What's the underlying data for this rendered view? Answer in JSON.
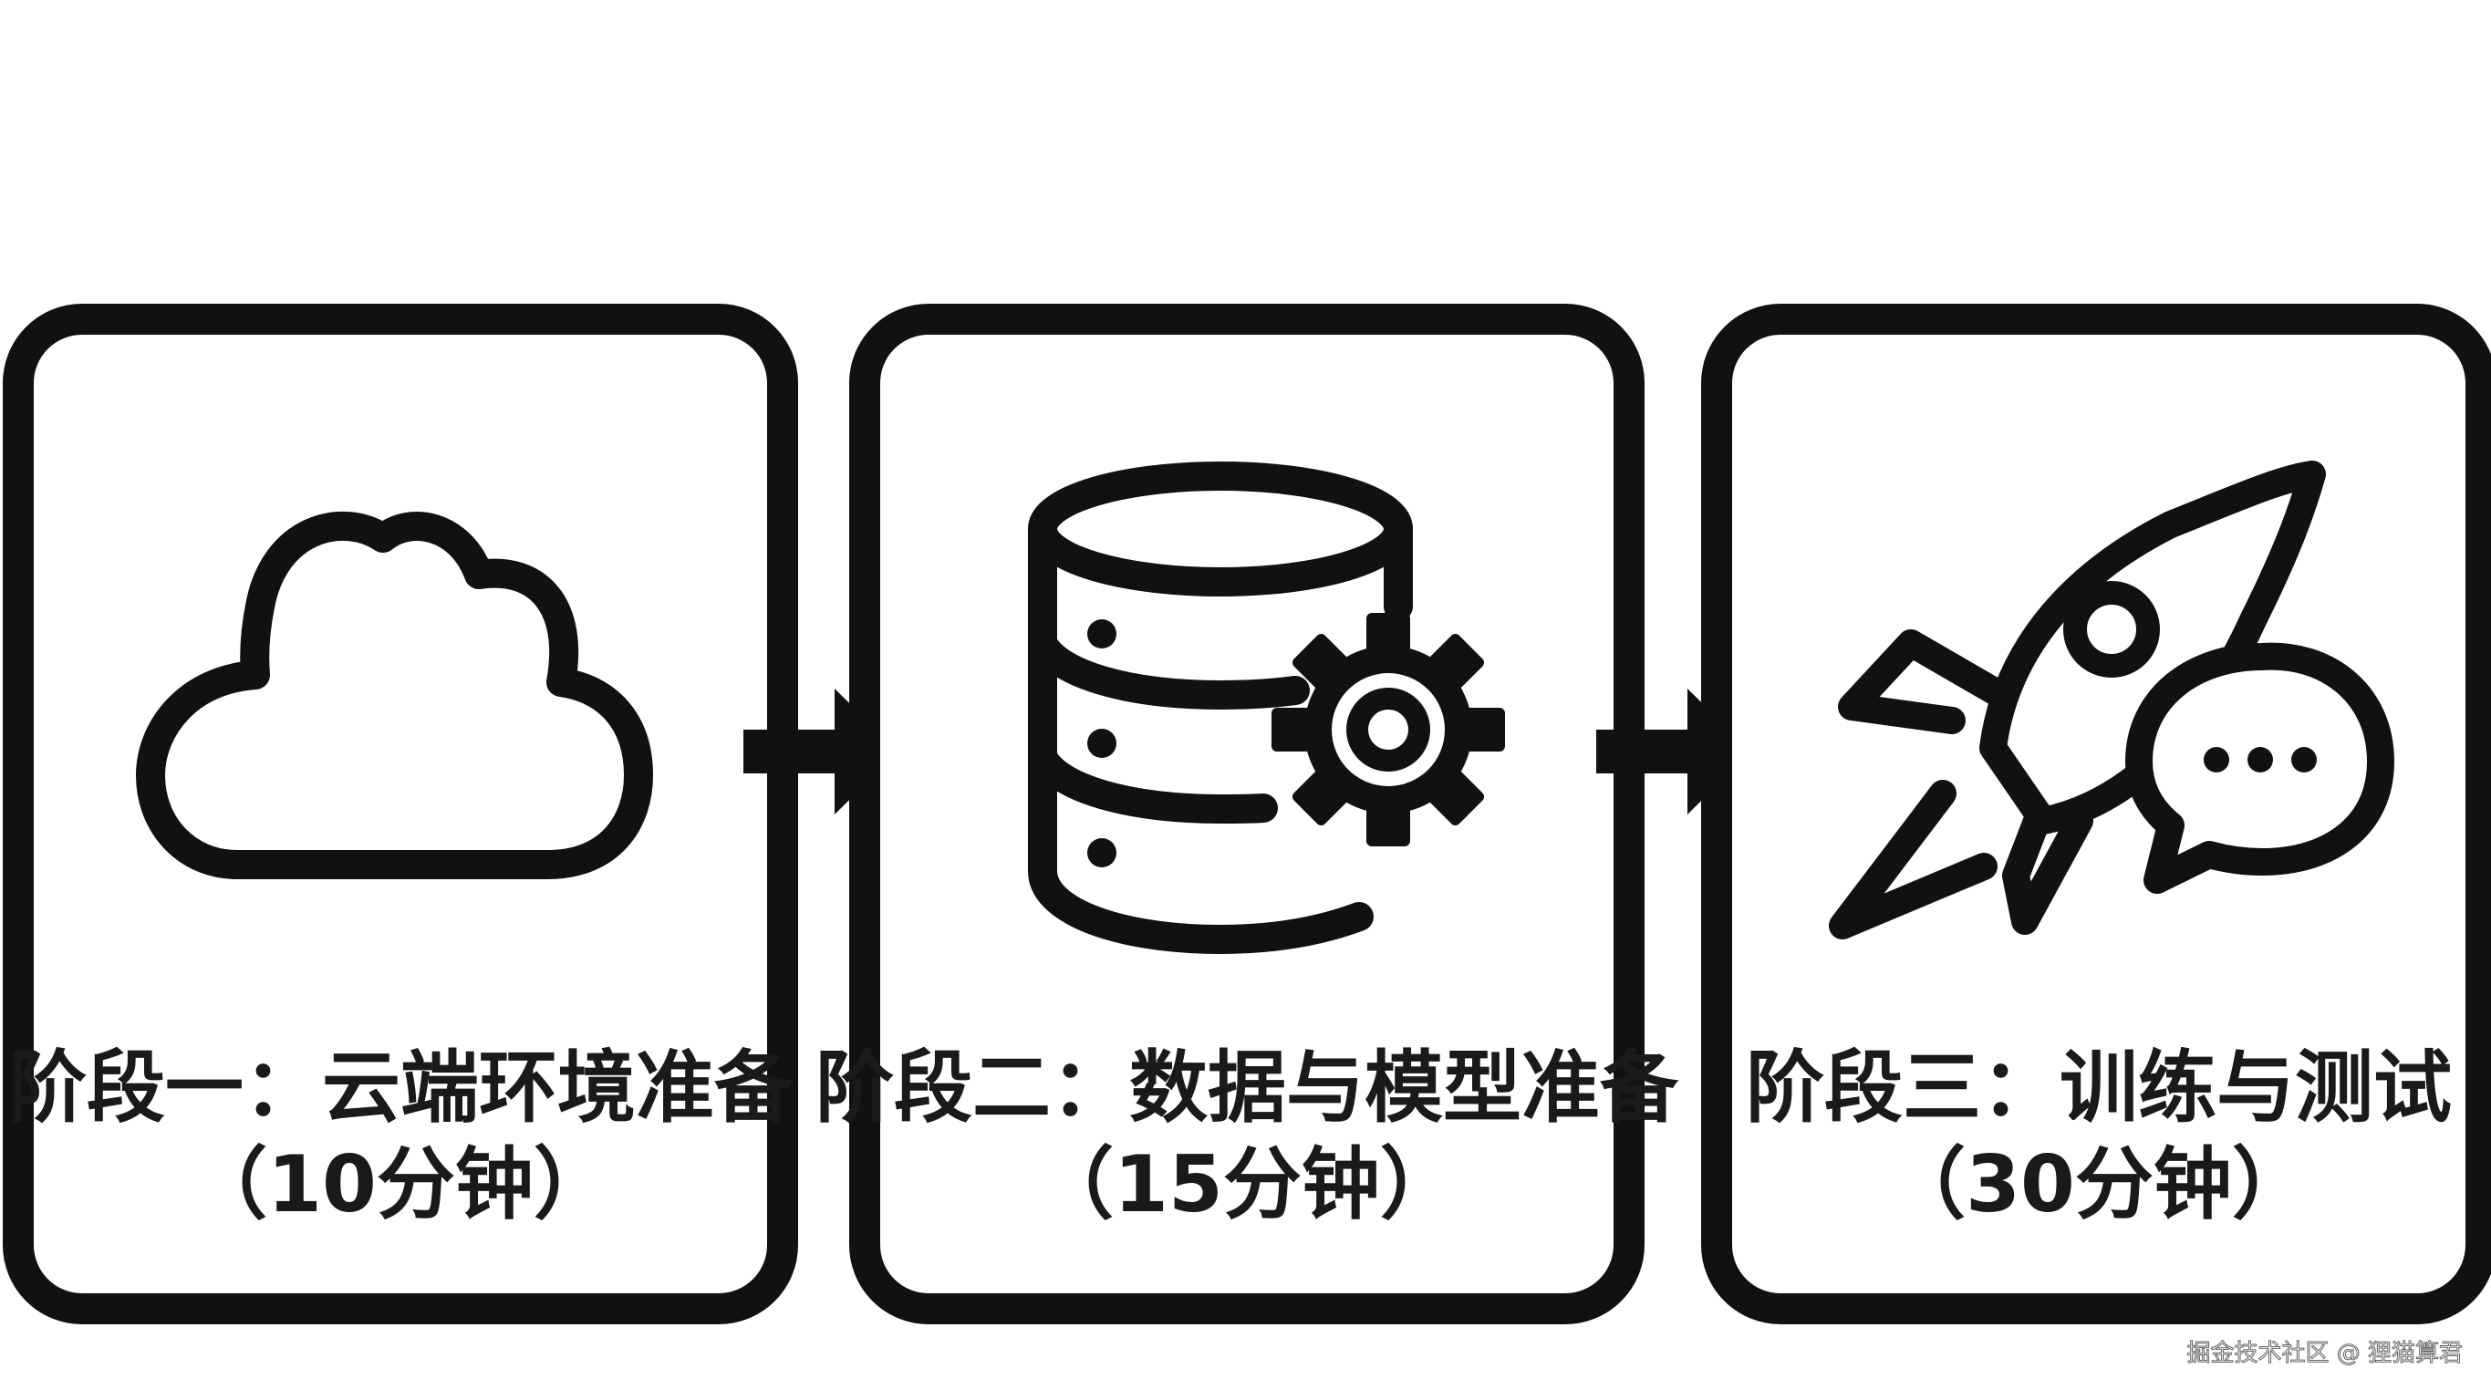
{
  "stages": [
    {
      "title": "阶段一：云端环境准备",
      "duration": "（10分钟）",
      "icon": "cloud-icon"
    },
    {
      "title": "阶段二：数据与模型准备",
      "duration": "（15分钟）",
      "icon": "database-gear-icon"
    },
    {
      "title": "阶段三：训练与测试",
      "duration": "（30分钟）",
      "icon": "rocket-chat-icon"
    }
  ],
  "watermark": "掘金技术社区 @ 狸猫算君",
  "colors": {
    "stroke": "#111111",
    "background": "#ffffff",
    "text": "#1a1a1a"
  }
}
